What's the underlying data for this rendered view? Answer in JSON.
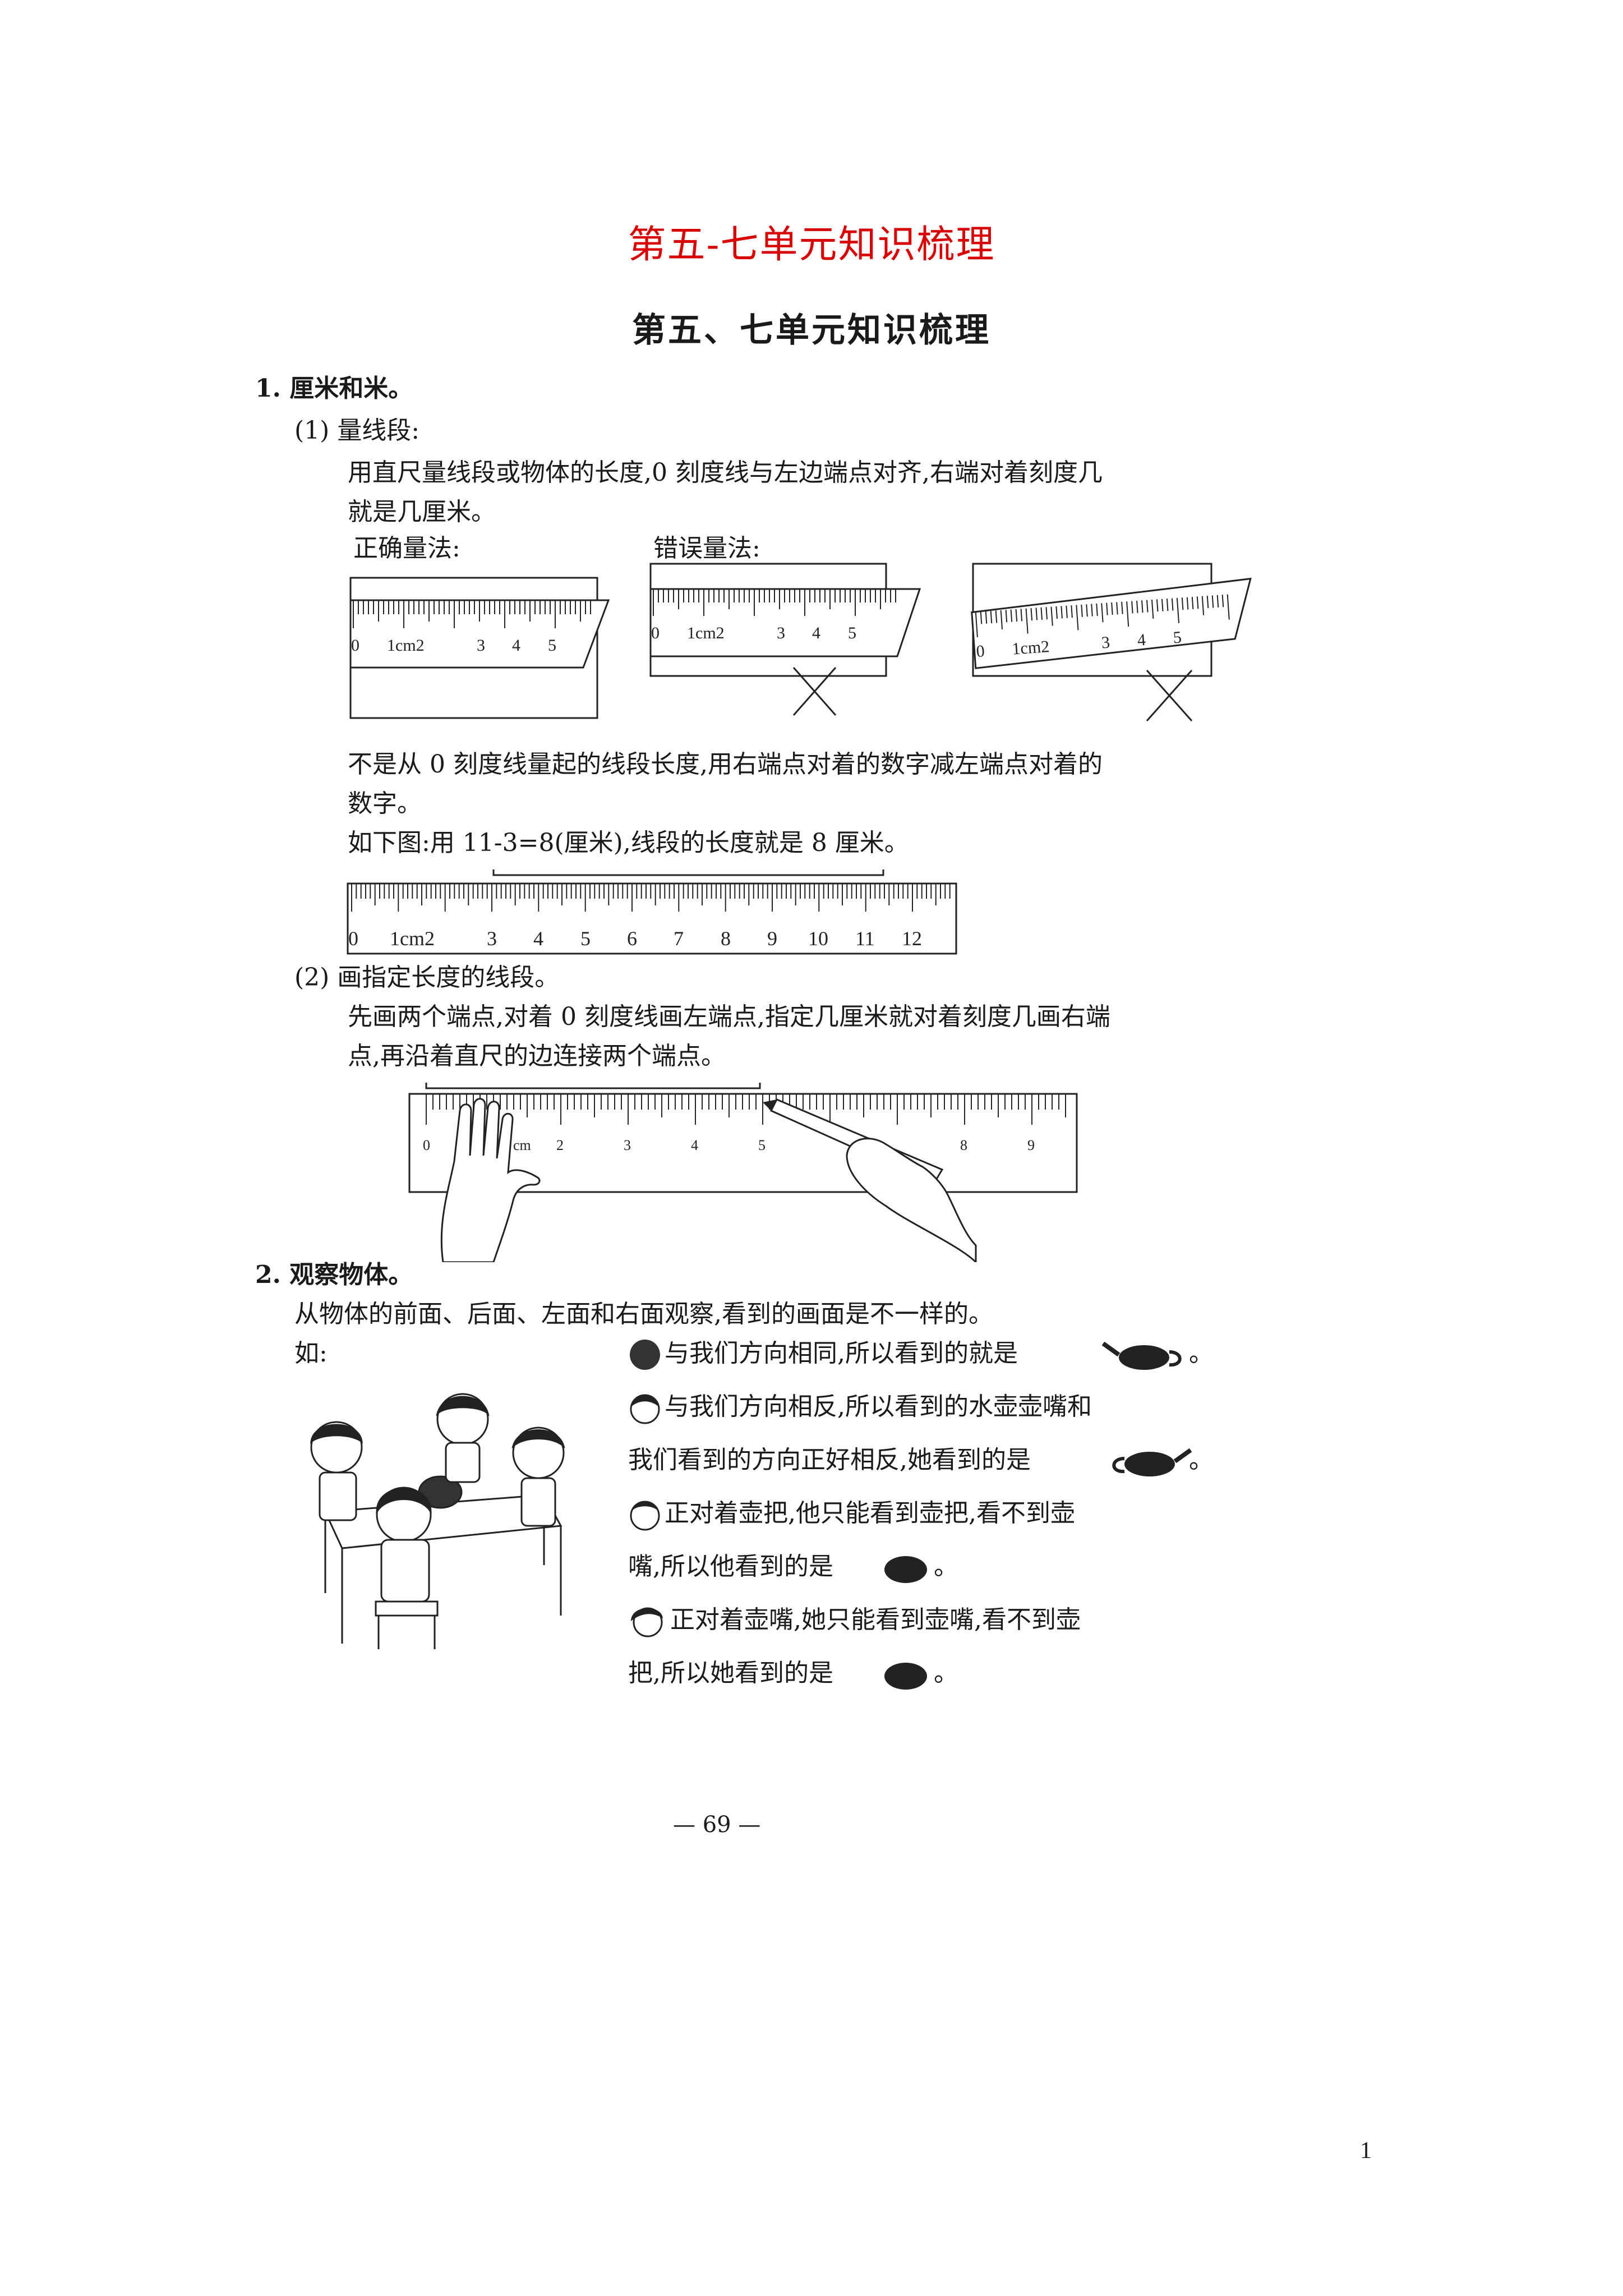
{
  "page_title": "第五-七单元知识梳理",
  "scan_title": "第五、七单元知识梳理",
  "section1": {
    "heading": "1. 厘米和米。",
    "sub1_heading": "(1) 量线段:",
    "sub1_line1": "用直尺量线段或物体的长度,0 刻度线与左边端点对齐,右端对着刻度几",
    "sub1_line2": "就是几厘米。",
    "correct_label": "正确量法:",
    "wrong_label": "错误量法:",
    "ruler_labels": [
      "0",
      "1cm2",
      "3",
      "4",
      "5"
    ],
    "note_line1": "不是从 0 刻度线量起的线段长度,用右端点对着的数字减左端点对着的",
    "note_line2": "数字。",
    "example": "如下图:用 11-3=8(厘米),线段的长度就是 8 厘米。",
    "long_ruler_labels": [
      "0",
      "1cm2",
      "3",
      "4",
      "5",
      "6",
      "7",
      "8",
      "9",
      "10",
      "11",
      "12"
    ],
    "sub2_heading": "(2) 画指定长度的线段。",
    "sub2_line1": "先画两个端点,对着 0 刻度线画左端点,指定几厘米就对着刻度几画右端",
    "sub2_line2": "点,再沿着直尺的边连接两个端点。",
    "hand_ruler_labels": [
      "0",
      "cm",
      "2",
      "3",
      "4",
      "5",
      "8",
      "9"
    ]
  },
  "section2": {
    "heading": "2. 观察物体。",
    "line1": "从物体的前面、后面、左面和右面观察,看到的画面是不一样的。",
    "example_label": "如:",
    "obs1": "与我们方向相同,所以看到的就是",
    "obs2a": "与我们方向相反,所以看到的水壶壶嘴和",
    "obs2b": "我们看到的方向正好相反,她看到的是",
    "obs3a": "正对着壶把,他只能看到壶把,看不到壶",
    "obs3b": "嘴,所以他看到的是",
    "obs4a": "正对着壶嘴,她只能看到壶嘴,看不到壶",
    "obs4b": "把,所以她看到的是",
    "period": "。"
  },
  "page_number": "— 69 —",
  "corner_number": "1"
}
